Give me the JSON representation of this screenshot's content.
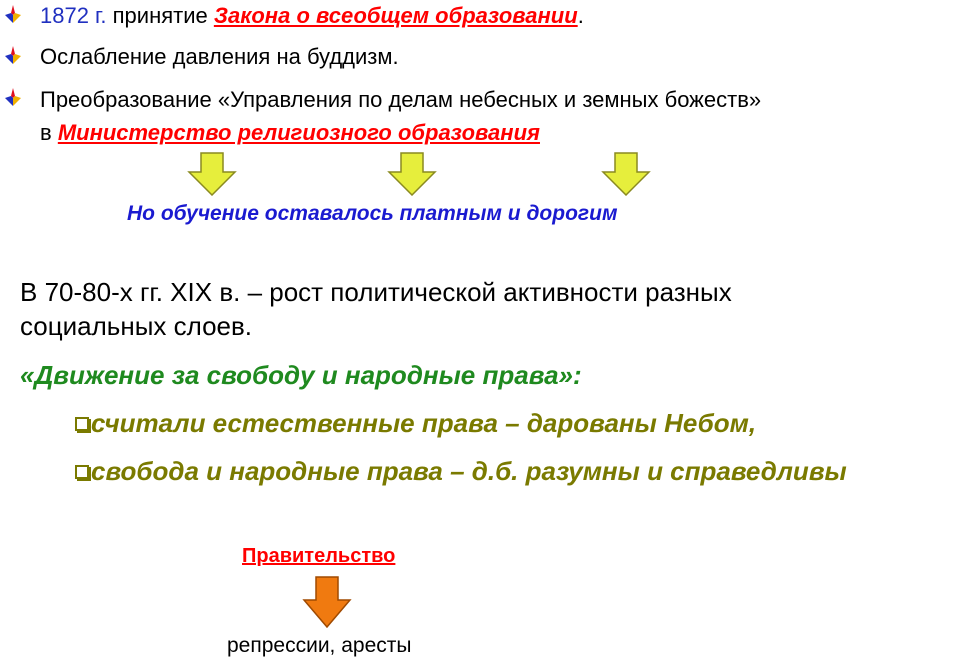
{
  "bullets": [
    {
      "year": "1872 г.",
      "text": " принятие ",
      "highlight": "Закона о всеобщем образовании",
      "end": "."
    },
    {
      "text": "Ослабление давления на буддизм."
    },
    {
      "line1": "Преобразование «Управления по делам небесных и земных божеств»",
      "prefix": "в ",
      "highlight": "Министерство религиозного образования"
    }
  ],
  "note": "Но обучение оставалось платным и дорогим",
  "paragraph": {
    "line1": "В 70-80-х гг. XIX в. – рост политической активности разных",
    "line2": "социальных слоев."
  },
  "movement": {
    "title": "«Движение за свободу и народные права»:",
    "items": [
      "считали естественные права – дарованы Небом,",
      "свобода и народные права – д.б. разумны и справедливы"
    ]
  },
  "government": {
    "label": "Правительство",
    "result": "репрессии, аресты"
  },
  "colors": {
    "blue": "#2030c0",
    "red": "#ff0000",
    "green": "#1f8a1f",
    "olive": "#7a7a00",
    "arrow_yellow": "#e6ee3c",
    "arrow_orange": "#f07a10"
  }
}
